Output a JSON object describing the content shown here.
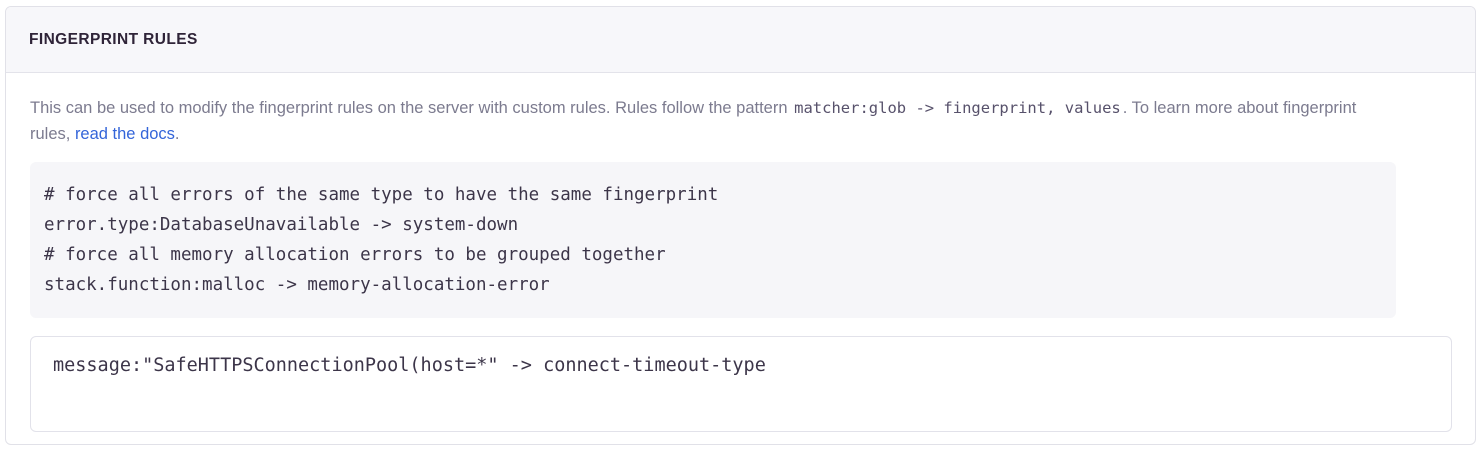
{
  "panel": {
    "title": "FINGERPRINT RULES",
    "description": {
      "lead": "This can be used to modify the fingerprint rules on the server with custom rules. Rules follow the pattern ",
      "inline_code": "matcher:glob -> fingerprint, values",
      "middle": ". To learn more about fingerprint rules, ",
      "link_text": "read the docs",
      "trailing": "."
    },
    "example_code": "# force all errors of the same type to have the same fingerprint\nerror.type:DatabaseUnavailable -> system-down\n# force all memory allocation errors to be grouped together\nstack.function:malloc -> memory-allocation-error",
    "rules_input": {
      "value": "message:\"SafeHTTPSConnectionPool(host=*\" -> connect-timeout-type",
      "placeholder": "matcher:glob -> fingerprint, values"
    }
  },
  "colors": {
    "accent_link": "#3465d9",
    "title": "#2f2438",
    "body_text": "#7c7b8f",
    "code_text": "#3c3549",
    "code_bg": "#f6f6f9",
    "header_bg": "#f7f7fa",
    "border": "#e1e1e8"
  }
}
